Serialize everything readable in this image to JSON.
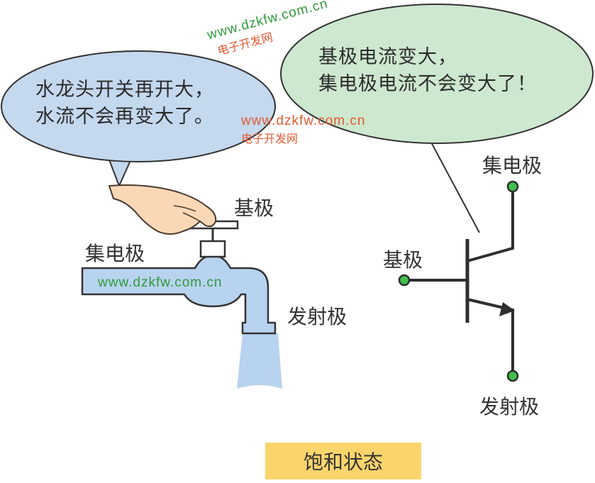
{
  "bubbles": {
    "left": {
      "line1": "水龙头开关再开大，",
      "line2": "水流不会再变大了。"
    },
    "right": {
      "line1": "基极电流变大，",
      "line2": "集电极电流不会变大了！"
    }
  },
  "faucet_labels": {
    "base": "基极",
    "collector": "集电极",
    "emitter": "发射极"
  },
  "transistor_labels": {
    "collector": "集电极",
    "base": "基极",
    "emitter": "发射极"
  },
  "watermarks": [
    {
      "url": "www.dzkfw.com.cn",
      "cn": "电子开发网"
    },
    {
      "url": "www.dzkfw.com.cn",
      "cn": "电子开发网"
    },
    {
      "url": "www.dzkfw.com.cn",
      "cn": ""
    }
  ],
  "caption": "饱和状态",
  "colors": {
    "left_bubble": "#c4d8ee",
    "right_bubble": "#cde8cf",
    "pipe": "#b8d3ef",
    "caption_bg": "#fbd56b",
    "symbol_line": "#2e2e2e",
    "terminal_dot": "#3fbf4f",
    "watermark_url": "#2f9a3a",
    "watermark_cn": "#e25a33"
  }
}
